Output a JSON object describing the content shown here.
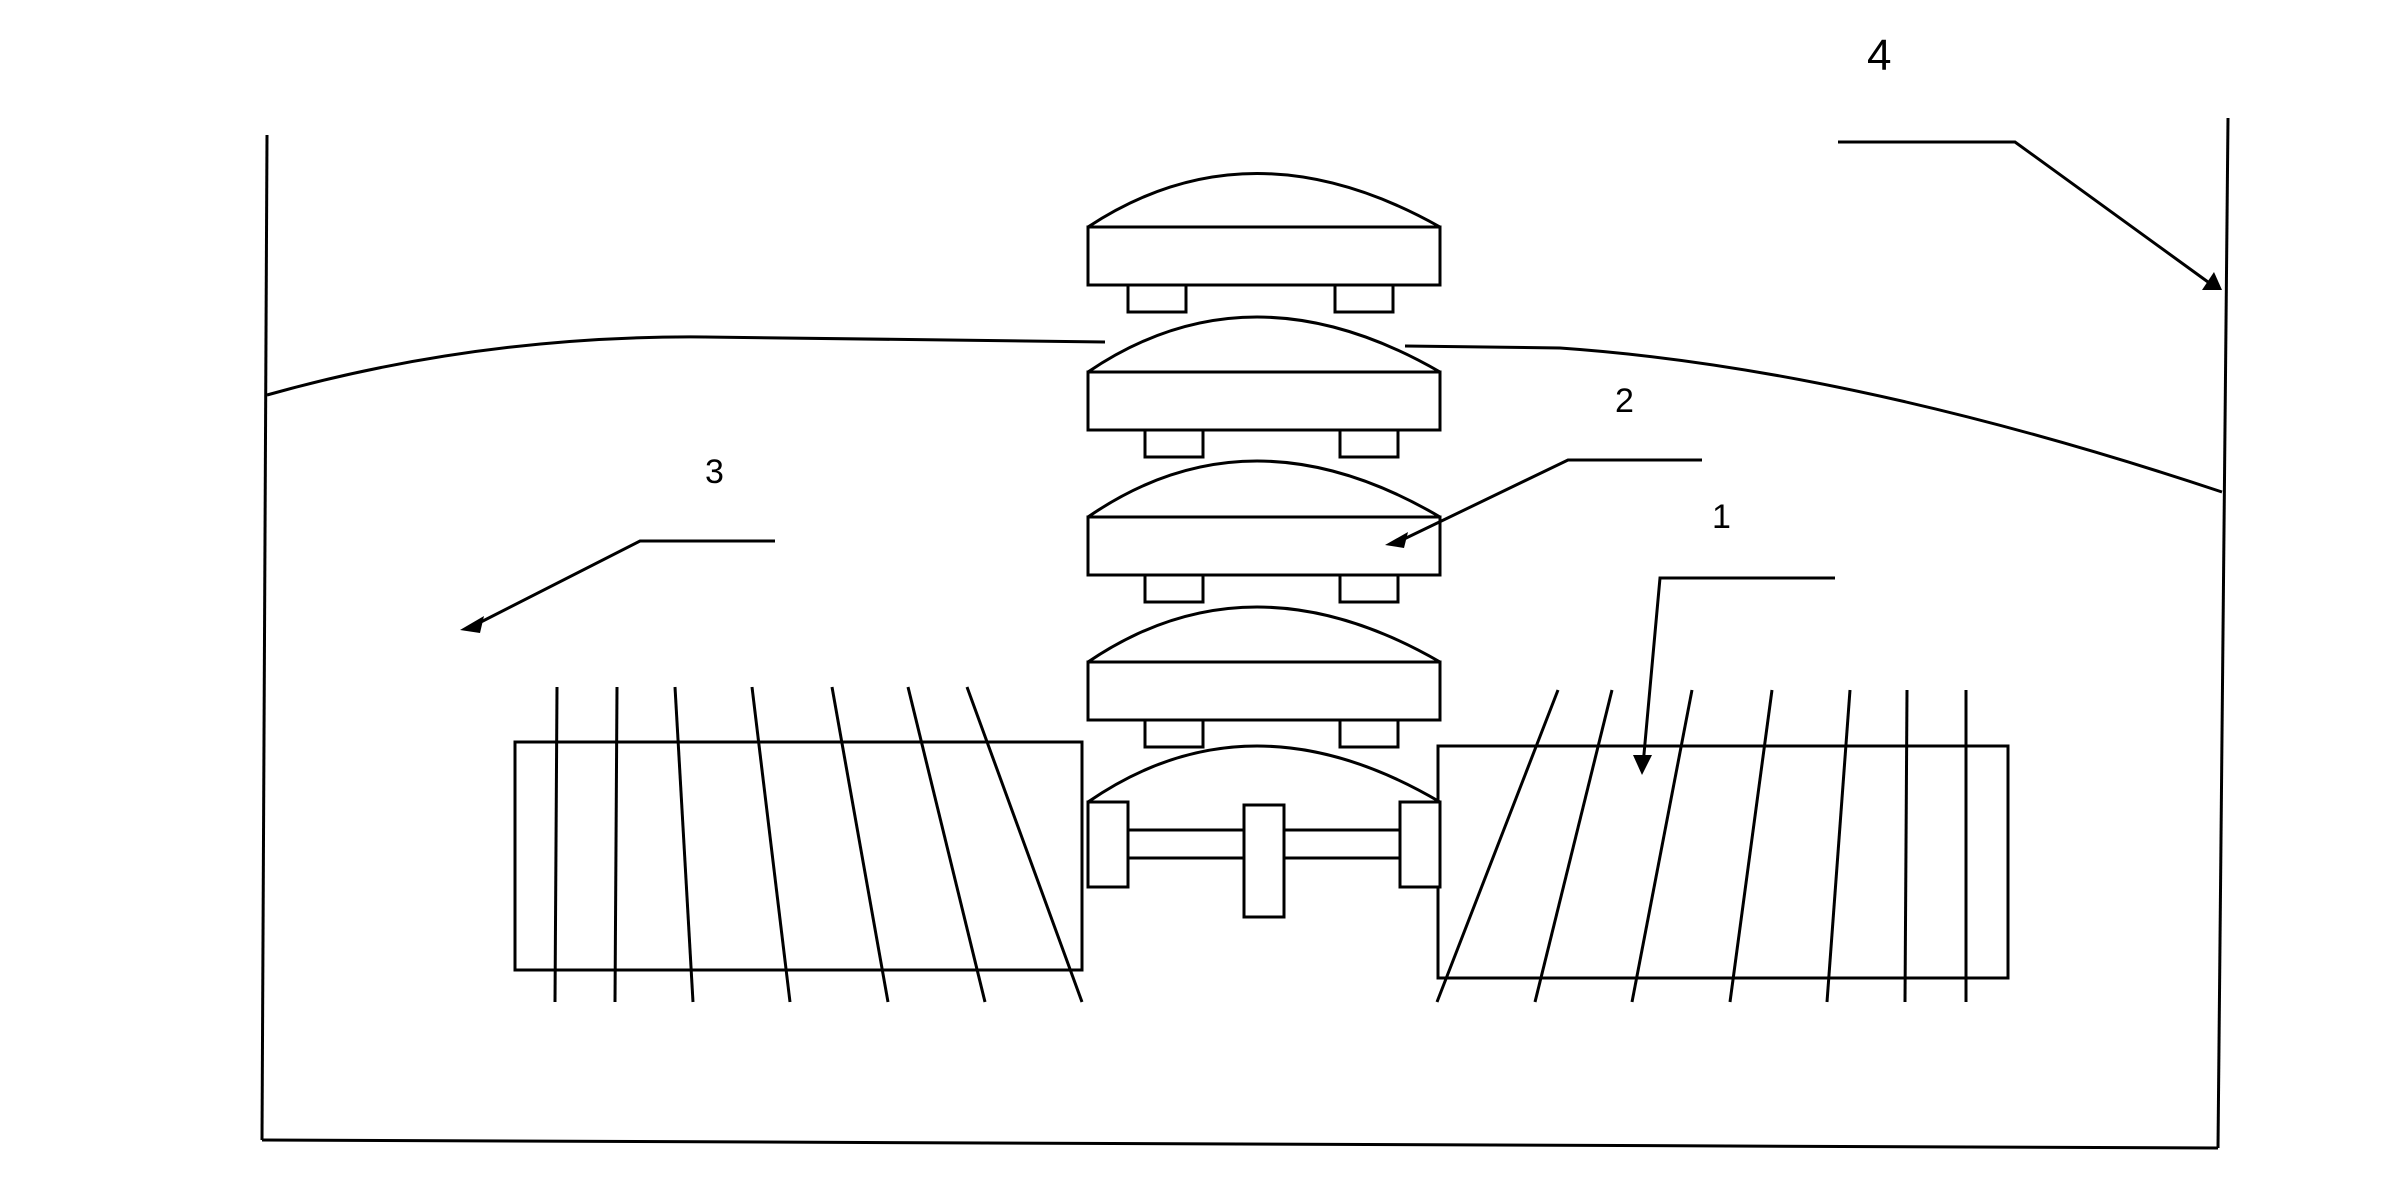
{
  "figure": {
    "labels": {
      "label_1": "1",
      "label_2": "2",
      "label_3": "3",
      "label_4": "4"
    }
  }
}
